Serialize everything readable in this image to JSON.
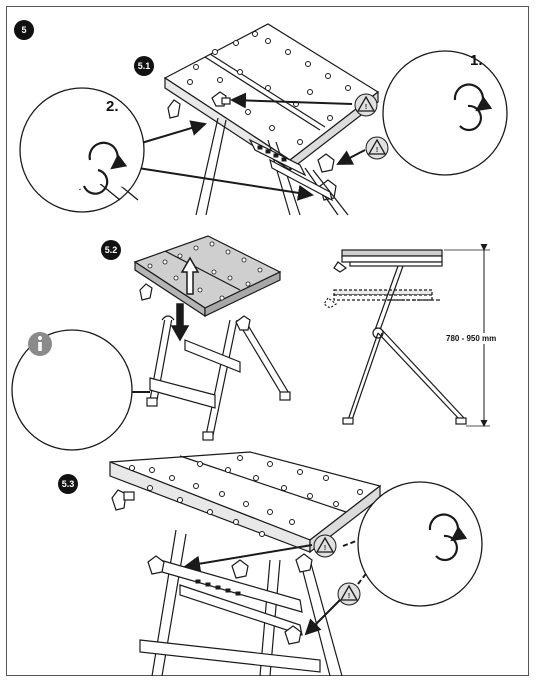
{
  "steps": {
    "main": "5",
    "s1": "5.1",
    "s2": "5.2",
    "s3": "5.3"
  },
  "callouts": {
    "c1": "1.",
    "c2": "2."
  },
  "dimension": "780 - 950 mm",
  "colors": {
    "line": "#1a1a1a",
    "fill": "#ffffff",
    "top_shade": "#cfcfcf",
    "frame": "#555555"
  },
  "icons": {
    "warning": "warning-triangle-icon",
    "info": "info-icon",
    "rotate": "rotate-arrow-icon"
  }
}
